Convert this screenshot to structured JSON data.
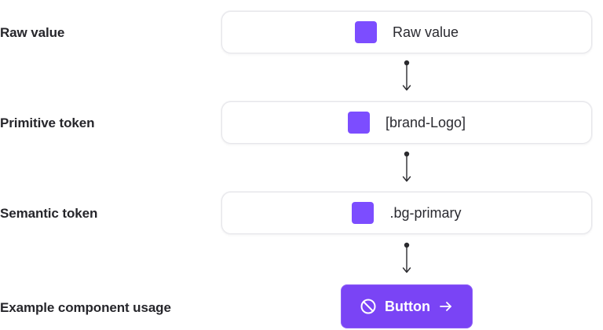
{
  "colors": {
    "brand": "#7c4dff",
    "button": "#7a44f5",
    "connector": "#2a2a2e"
  },
  "rows": [
    {
      "label": "Raw value",
      "value": "Raw value"
    },
    {
      "label": "Primitive token",
      "value": "[brand-Logo]"
    },
    {
      "label": "Semantic token",
      "value": ".bg-primary"
    }
  ],
  "component": {
    "label": "Example component usage",
    "button_label": "Button",
    "leading_icon": "ban-icon",
    "trailing_icon": "arrow-right-icon"
  }
}
